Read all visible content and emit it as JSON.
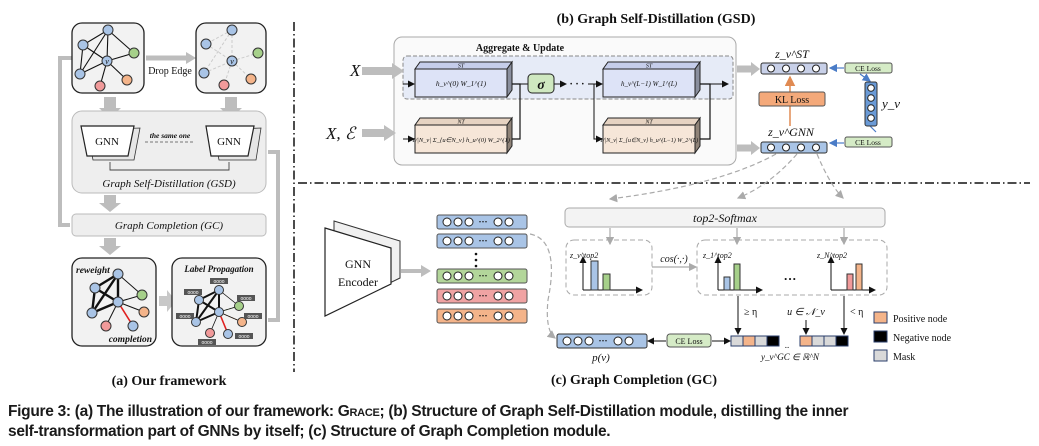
{
  "panel_a": {
    "drop_edge": "Drop Edge",
    "gnn_left": "GNN",
    "gnn_right": "GNN",
    "same_one": "the same one",
    "gsd_label": "Graph Self-Distillation (GSD)",
    "gc_label": "Graph Completion (GC)",
    "reweight": "reweight",
    "completion": "completion",
    "label_propagation": "Label Propagation",
    "node_v": "v",
    "label_chip": "oooo",
    "title": "(a) Our framework"
  },
  "panel_b": {
    "title": "(b) Graph Self-Distillation (GSD)",
    "aggregate_update": "Aggregate & Update",
    "input_x": "X",
    "input_xe": "X, ℰ",
    "st_tag": "ST",
    "nt_tag": "NT",
    "st1_formula": "h_v^(0) W_1^(1)",
    "stL_formula": "h_v^(L−1) W_1^(L)",
    "nt1_formula": "1/|N_v| Σ_{u∈N_v} h_u^(0) W_2^(1)",
    "ntL_formula": "1/|N_v| Σ_{u∈N_v} h_u^(L−1) W_2^(L)",
    "sigma": "σ",
    "dots": "· · ·",
    "z_st": "z_v^ST",
    "z_gnn": "z_v^GNN",
    "kl_loss": "KL Loss",
    "ce_loss_top": "CE Loss",
    "ce_loss_bottom": "CE Loss",
    "y_v": "y_v"
  },
  "panel_c": {
    "title": "(c) Graph Completion (GC)",
    "gnn_encoder_line1": "GNN",
    "gnn_encoder_line2": "Encoder",
    "embedding_rows": [
      {
        "color": "#a9c4e6"
      },
      {
        "color": "#a9c4e6"
      },
      {
        "color": "#b3d69a"
      },
      {
        "color": "#f0a3a3"
      },
      {
        "color": "#f4b48a"
      }
    ],
    "top2_softmax": "top2-Softmax",
    "cos": "cos(·,·)",
    "zv_top2": "z_v^top2",
    "z1_top2": "z_1^top2",
    "zN_top2": "z_N^top2",
    "ellipsis": "···",
    "geq_eta": "≥ η",
    "lt_eta": "< η",
    "u_in_N": "u ∈ 𝒩_v",
    "ce_loss": "CE Loss",
    "p_v": "p(v)",
    "y_gc": "y_v^GC ∈ ℝ^N",
    "legend": [
      {
        "label": "Positive node",
        "color": "#f4b48a"
      },
      {
        "label": "Negative node",
        "color": "#000000"
      },
      {
        "label": "Mask",
        "color": "#d9d9d9"
      }
    ]
  },
  "colors": {
    "node_blue": "#a9c4e6",
    "node_green": "#a6d08a",
    "node_red": "#f19a9a",
    "node_orange": "#f4b48a",
    "st_fill": "#dde3f7",
    "nt_fill": "#f6e6d8",
    "kl_fill": "#f4a97a",
    "ce_fill": "#d5ebc6",
    "sigma_fill": "#cfe8c0",
    "arrow_gray": "#b8b8b8",
    "arrow_blue": "#4a7cc7",
    "arrow_orange": "#e08a52"
  },
  "caption": {
    "prefix": "Figure 3: (a) The illustration of our framework: ",
    "name": "Grace",
    "rest_line1": "; (b) Structure of Graph Self-Distillation module, distilling the inner",
    "line2": "self-transformation part of GNNs by itself; (c) Structure of Graph Completion module."
  }
}
